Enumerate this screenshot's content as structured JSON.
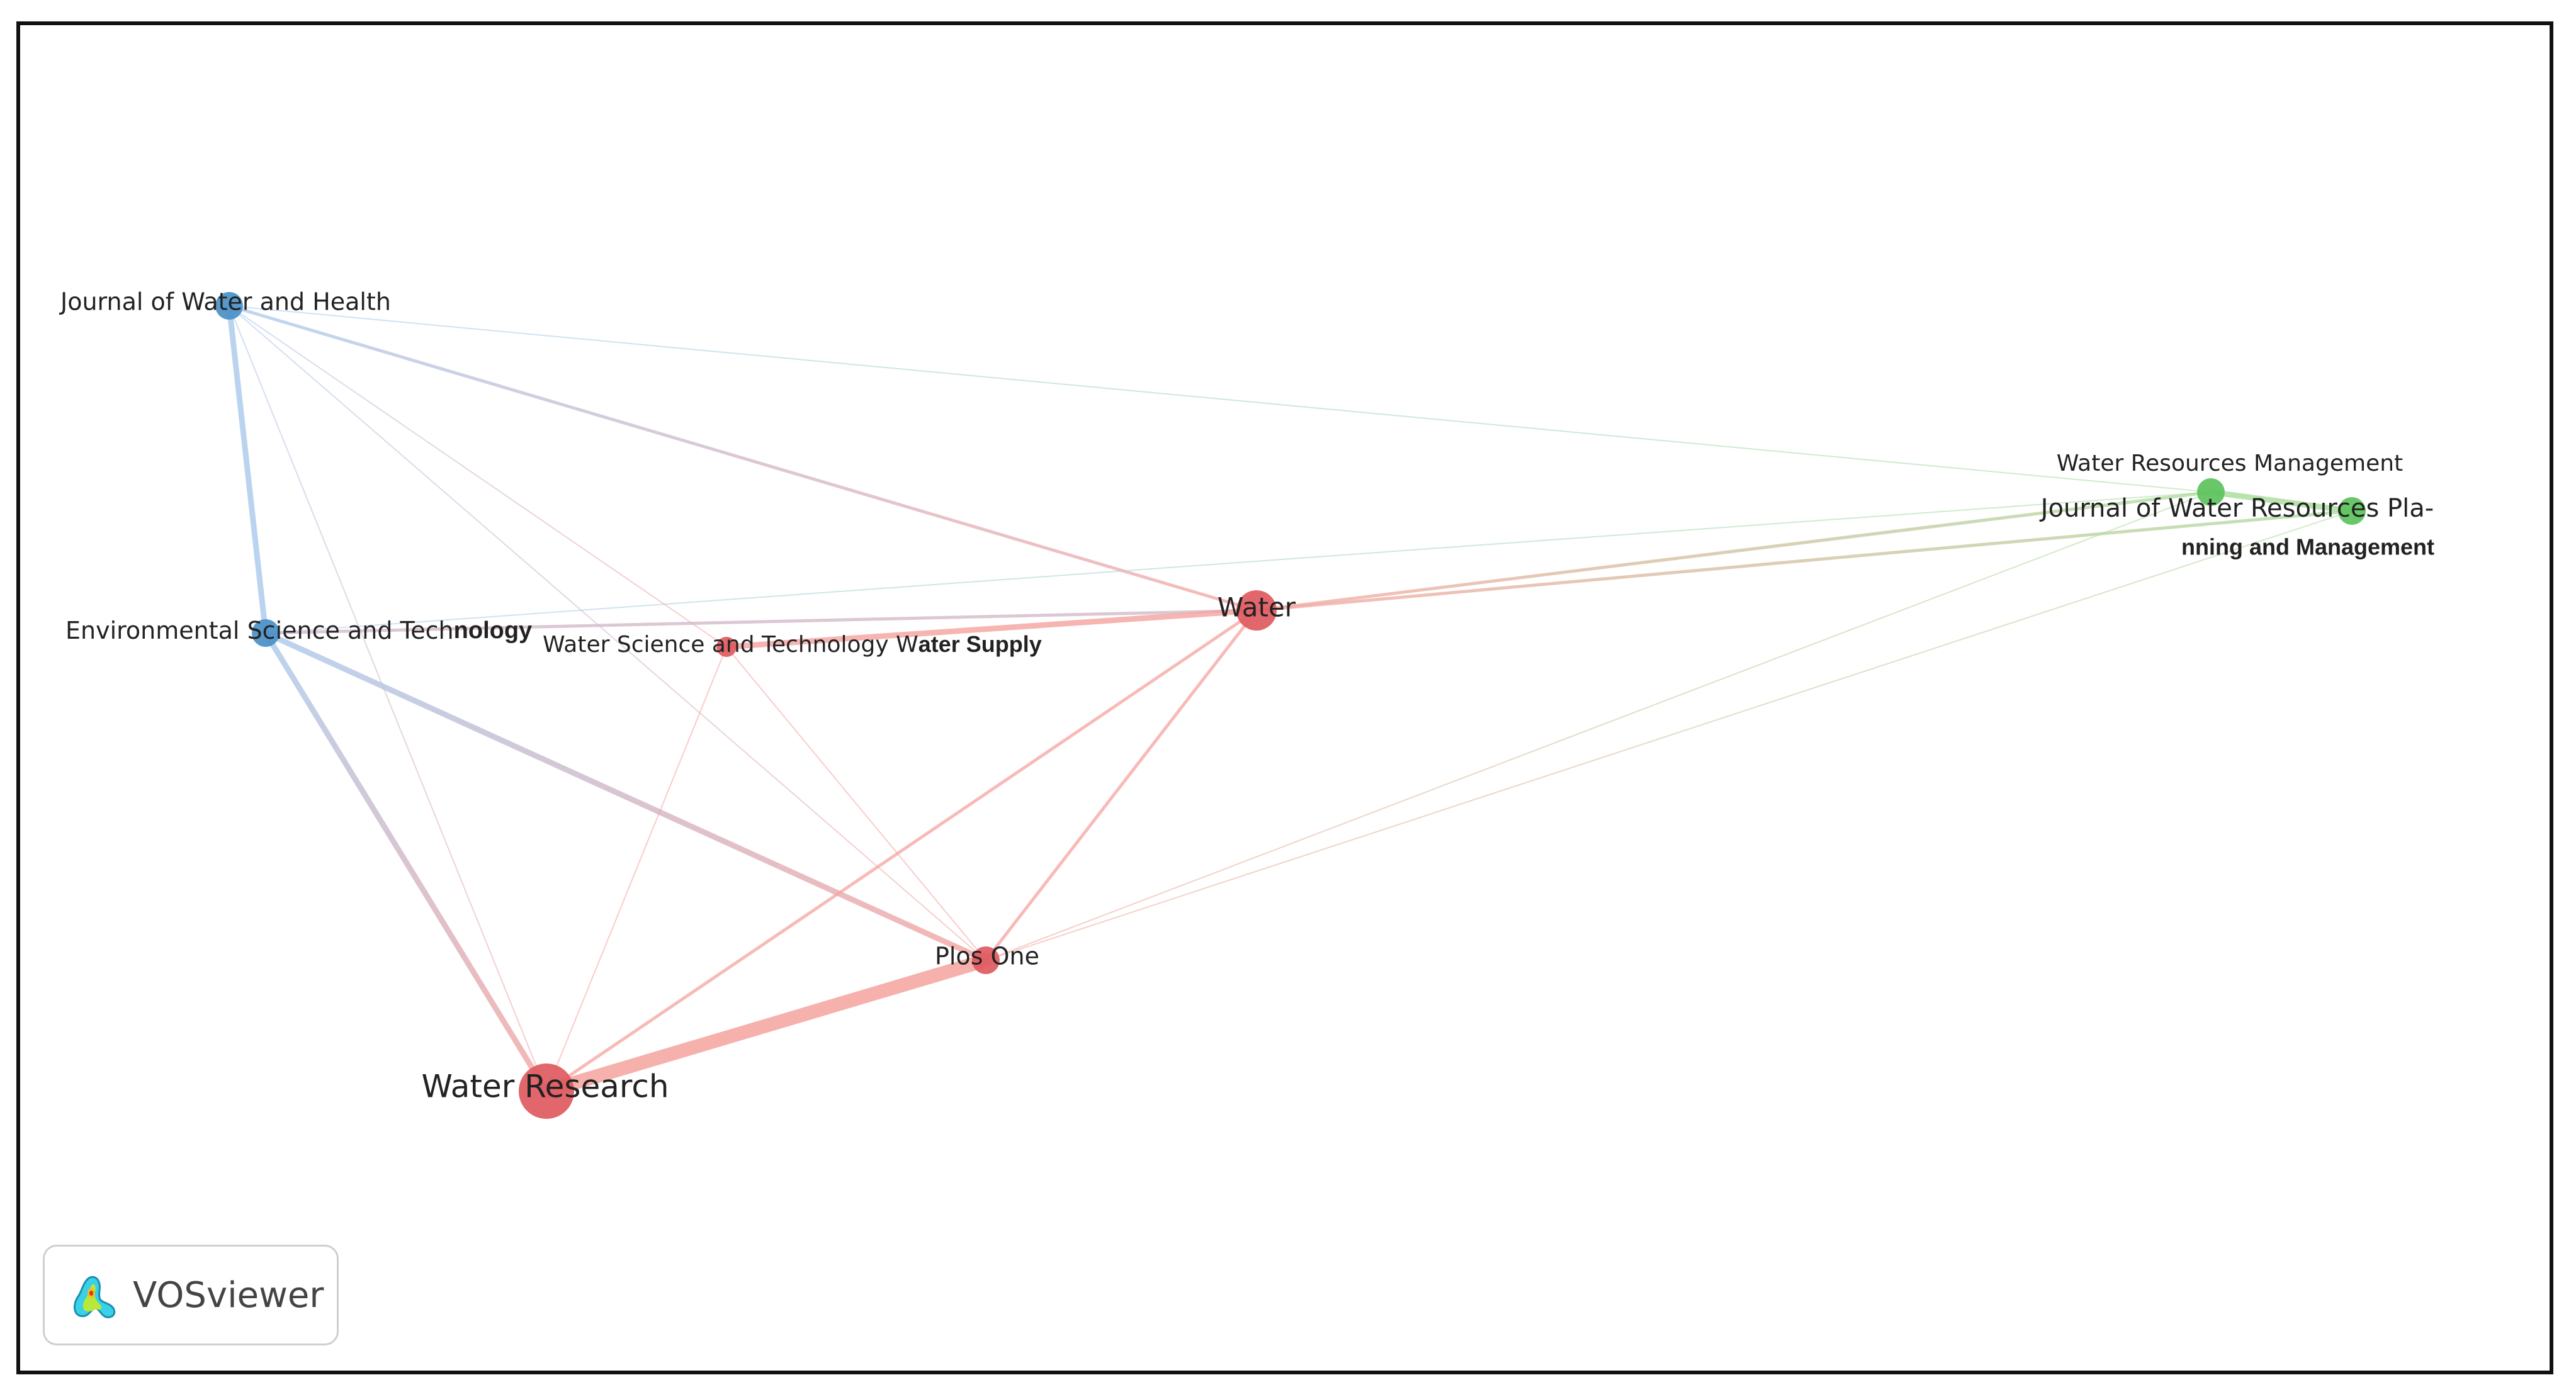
{
  "diagram": {
    "type": "co-citation network",
    "nodes": [
      {
        "id": "jwh",
        "label": "Journal of Water and Health",
        "cluster": "blue",
        "weight": "medium"
      },
      {
        "id": "est",
        "label": "Environmental Science and Technology",
        "label_bold_tail": "nology",
        "cluster": "blue",
        "weight": "medium"
      },
      {
        "id": "wst",
        "label": "Water Science and Technology Water Supply",
        "cluster": "red",
        "weight": "small"
      },
      {
        "id": "water",
        "label": "Water",
        "cluster": "red",
        "weight": "large"
      },
      {
        "id": "plos",
        "label": "Plos One",
        "cluster": "red",
        "weight": "medium"
      },
      {
        "id": "wr",
        "label": "Water Research",
        "cluster": "red",
        "weight": "largest"
      },
      {
        "id": "wrm",
        "label": "Water Resources Management",
        "cluster": "green",
        "weight": "medium"
      },
      {
        "id": "jwrpm",
        "label": "Journal of Water Resources Planning and Management",
        "label_line1": "Journal of Water Resources Pla-",
        "label_line2": "nning and Management",
        "cluster": "green",
        "weight": "medium"
      }
    ],
    "edges": [
      {
        "from": "jwh",
        "to": "est",
        "strength": "strong"
      },
      {
        "from": "jwh",
        "to": "wr",
        "strength": "weak"
      },
      {
        "from": "jwh",
        "to": "plos",
        "strength": "weak"
      },
      {
        "from": "jwh",
        "to": "water",
        "strength": "medium"
      },
      {
        "from": "jwh",
        "to": "wrm",
        "strength": "weak"
      },
      {
        "from": "jwh",
        "to": "wst",
        "strength": "weak"
      },
      {
        "from": "est",
        "to": "wr",
        "strength": "strong"
      },
      {
        "from": "est",
        "to": "plos",
        "strength": "strong"
      },
      {
        "from": "est",
        "to": "water",
        "strength": "medium"
      },
      {
        "from": "est",
        "to": "wrm",
        "strength": "weak"
      },
      {
        "from": "wst",
        "to": "water",
        "strength": "strong"
      },
      {
        "from": "wst",
        "to": "wr",
        "strength": "weak"
      },
      {
        "from": "wst",
        "to": "plos",
        "strength": "weak"
      },
      {
        "from": "water",
        "to": "wr",
        "strength": "medium"
      },
      {
        "from": "water",
        "to": "plos",
        "strength": "medium"
      },
      {
        "from": "water",
        "to": "wrm",
        "strength": "medium"
      },
      {
        "from": "water",
        "to": "jwrpm",
        "strength": "medium"
      },
      {
        "from": "wr",
        "to": "plos",
        "strength": "strongest"
      },
      {
        "from": "plos",
        "to": "wrm",
        "strength": "weak"
      },
      {
        "from": "plos",
        "to": "jwrpm",
        "strength": "weak"
      },
      {
        "from": "wrm",
        "to": "jwrpm",
        "strength": "strong"
      }
    ],
    "colors": {
      "red": "#e05a5f",
      "red_edge": "#f5a39f",
      "blue": "#4a90c8",
      "blue_edge": "#a9c9ec",
      "green": "#5cc25c",
      "green_edge": "#a7dc9a",
      "frame": "#111111"
    }
  },
  "watermark": {
    "text": "VOSviewer",
    "icon": "vosviewer-logo-icon"
  }
}
